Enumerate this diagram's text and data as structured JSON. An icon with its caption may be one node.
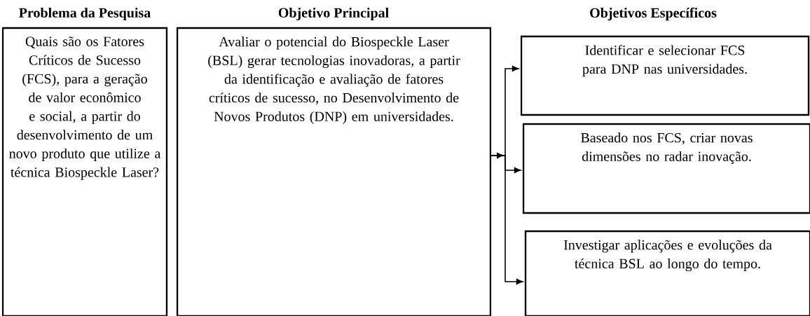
{
  "diagram": {
    "nodes": [
      {
        "text": [
          "Problema da Pesquisa",
          "Quais são os Fatores Críticos de Sucesso (FCS), para a geração de valor econômico e social, a partir do desenvolvimento de um novo produto que utilize a técnica Biospeckle Laser?"
        ]
      },
      {
        "text": [
          "Objetivo Principal",
          "Avaliar o potencial do Biospeckle Laser (BSL) gerar tecnologias inovadoras, a partir da identificação e avaliação de fatores críticos de sucesso, no Desenvolvimento de Novos Produtos (DNP) em universidades."
        ]
      },
      {
        "text": [
          "Identificar e selecionar FCS para DNP nas universidades."
        ]
      },
      {
        "text": [
          "Baseado nos FCS, criar novas dimensões no radar inovação."
        ]
      },
      {
        "text": [
          "Investigar aplicações e evoluções da técnica BSL ao longo do tempo."
        ]
      }
    ],
    "edges": [
      {
        "from": 1,
        "to": 2,
        "arrow": "to"
      },
      {
        "from": 1,
        "to": 3,
        "arrow": "to"
      },
      {
        "from": 1,
        "to": 4,
        "arrow": "to"
      }
    ],
    "labels": [
      "Objetivos Específicos"
    ]
  }
}
